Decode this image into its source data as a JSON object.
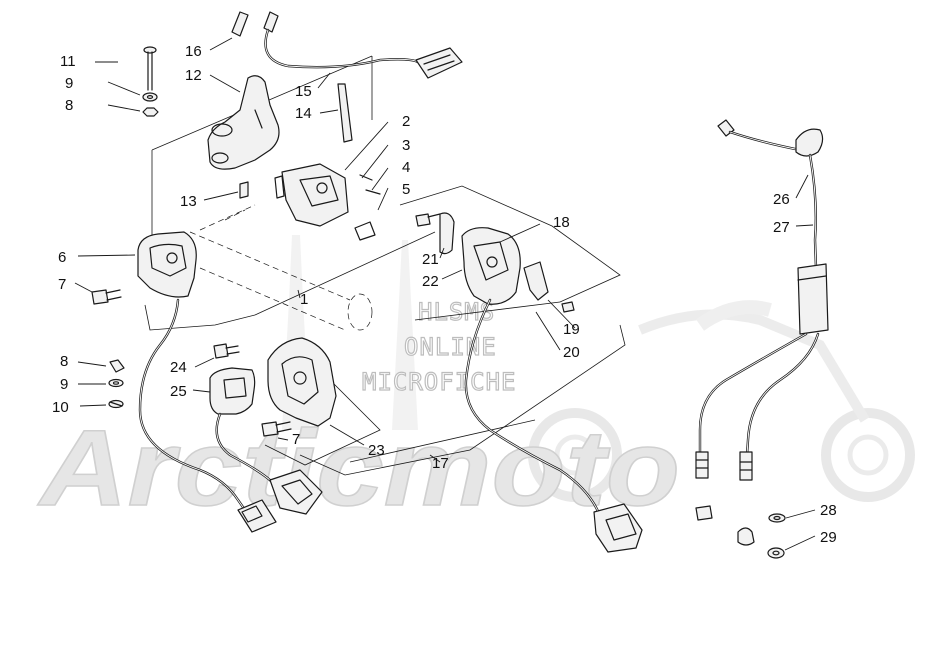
{
  "watermark": {
    "brand": "Arcticmoto",
    "line1": "HLSMS",
    "line2": "ONLINE",
    "line3": "MICROFICHE"
  },
  "callouts": [
    {
      "id": "c11",
      "text": "11"
    },
    {
      "id": "c9a",
      "text": "9"
    },
    {
      "id": "c8a",
      "text": "8"
    },
    {
      "id": "c16",
      "text": "16"
    },
    {
      "id": "c12",
      "text": "12"
    },
    {
      "id": "c15",
      "text": "15"
    },
    {
      "id": "c14",
      "text": "14"
    },
    {
      "id": "c2",
      "text": "2"
    },
    {
      "id": "c3",
      "text": "3"
    },
    {
      "id": "c4",
      "text": "4"
    },
    {
      "id": "c5",
      "text": "5"
    },
    {
      "id": "c13",
      "text": "13"
    },
    {
      "id": "c6",
      "text": "6"
    },
    {
      "id": "c7a",
      "text": "7"
    },
    {
      "id": "c1",
      "text": "1"
    },
    {
      "id": "c18",
      "text": "18"
    },
    {
      "id": "c21",
      "text": "21"
    },
    {
      "id": "c22",
      "text": "22"
    },
    {
      "id": "c19",
      "text": "19"
    },
    {
      "id": "c20",
      "text": "20"
    },
    {
      "id": "c8b",
      "text": "8"
    },
    {
      "id": "c9b",
      "text": "9"
    },
    {
      "id": "c10",
      "text": "10"
    },
    {
      "id": "c24",
      "text": "24"
    },
    {
      "id": "c25",
      "text": "25"
    },
    {
      "id": "c7b",
      "text": "7"
    },
    {
      "id": "c23",
      "text": "23"
    },
    {
      "id": "c17",
      "text": "17"
    },
    {
      "id": "c26",
      "text": "26"
    },
    {
      "id": "c27",
      "text": "27"
    },
    {
      "id": "c28",
      "text": "28"
    },
    {
      "id": "c29",
      "text": "29"
    }
  ]
}
